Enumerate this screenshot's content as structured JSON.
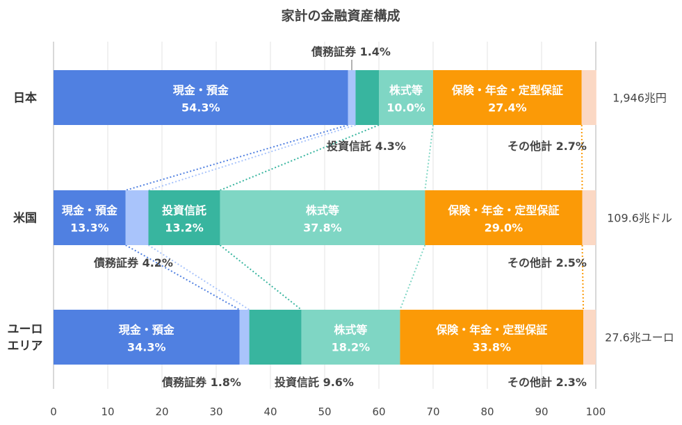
{
  "chart_data": {
    "type": "bar",
    "orientation": "horizontal",
    "stacked": true,
    "title": "家計の金融資産構成",
    "xlim": [
      0,
      100
    ],
    "xticks": [
      "0",
      "10",
      "20",
      "30",
      "40",
      "50",
      "60",
      "70",
      "80",
      "90",
      "100"
    ],
    "grid": true,
    "colors": {
      "cash": "#5080e1",
      "bonds": "#a9c4fb",
      "trusts": "#38b59f",
      "equities": "#7fd6c4",
      "insurance": "#fb9a07",
      "other": "#fbd8c4",
      "text": "#444444"
    },
    "rows": [
      {
        "name": "日本",
        "total": "1,946兆円",
        "segments": [
          {
            "key": "cash",
            "name": "現金・預金",
            "value": 54.3,
            "label": "54.3%"
          },
          {
            "key": "bonds",
            "name": "債務証券",
            "value": 1.4,
            "label": "1.4%"
          },
          {
            "key": "trusts",
            "name": "投資信託",
            "value": 4.3,
            "label": "4.3%"
          },
          {
            "key": "equities",
            "name": "株式等",
            "value": 10.0,
            "label": "10.0%"
          },
          {
            "key": "insurance",
            "name": "保険・年金・定型保証",
            "value": 27.4,
            "label": "27.4%"
          },
          {
            "key": "other",
            "name": "その他計",
            "value": 2.7,
            "label": "2.7%"
          }
        ]
      },
      {
        "name": "米国",
        "total": "109.6兆ドル",
        "segments": [
          {
            "key": "cash",
            "name": "現金・預金",
            "value": 13.3,
            "label": "13.3%"
          },
          {
            "key": "bonds",
            "name": "債務証券",
            "value": 4.2,
            "label": "4.2%"
          },
          {
            "key": "trusts",
            "name": "投資信託",
            "value": 13.2,
            "label": "13.2%"
          },
          {
            "key": "equities",
            "name": "株式等",
            "value": 37.8,
            "label": "37.8%"
          },
          {
            "key": "insurance",
            "name": "保険・年金・定型保証",
            "value": 29.0,
            "label": "29.0%"
          },
          {
            "key": "other",
            "name": "その他計",
            "value": 2.5,
            "label": "2.5%"
          }
        ]
      },
      {
        "name": "ユーロ\nエリア",
        "total": "27.6兆ユーロ",
        "segments": [
          {
            "key": "cash",
            "name": "現金・預金",
            "value": 34.3,
            "label": "34.3%"
          },
          {
            "key": "bonds",
            "name": "債務証券",
            "value": 1.8,
            "label": "1.8%"
          },
          {
            "key": "trusts",
            "name": "投資信託",
            "value": 9.6,
            "label": "9.6%"
          },
          {
            "key": "equities",
            "name": "株式等",
            "value": 18.2,
            "label": "18.2%"
          },
          {
            "key": "insurance",
            "name": "保険・年金・定型保証",
            "value": 33.8,
            "label": "33.8%"
          },
          {
            "key": "other",
            "name": "その他計",
            "value": 2.3,
            "label": "2.3%"
          }
        ]
      }
    ]
  }
}
